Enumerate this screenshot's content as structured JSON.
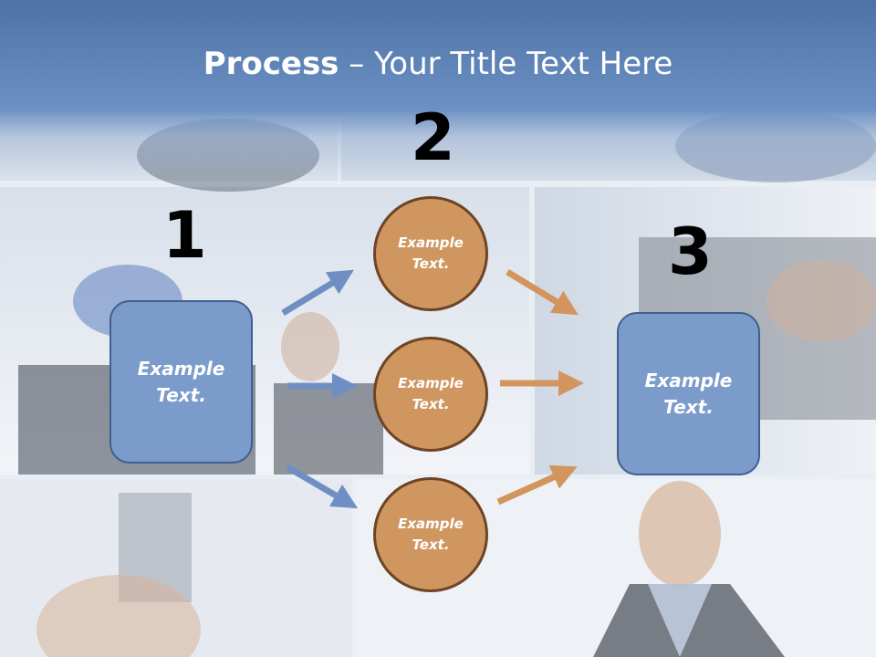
{
  "title": {
    "bold": "Process",
    "rest": " – Your Title Text Here"
  },
  "steps": {
    "one": "1",
    "two": "2",
    "three": "3"
  },
  "left_box": {
    "line1": "Example",
    "line2": "Text."
  },
  "circles": [
    {
      "line1": "Example",
      "line2": "Text."
    },
    {
      "line1": "Example",
      "line2": "Text."
    },
    {
      "line1": "Example",
      "line2": "Text."
    }
  ],
  "right_box": {
    "line1": "Example",
    "line2": "Text."
  },
  "colors": {
    "header": "#4d73a6",
    "box": "#7b9bcb",
    "circle": "#cf9660",
    "blue_arrow": "#6f8fc4",
    "orange_arrow": "#d2955d"
  }
}
